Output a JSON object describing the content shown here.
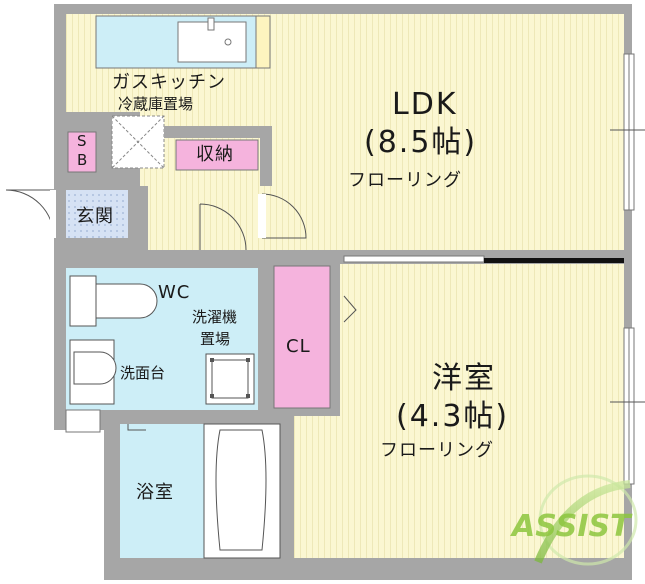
{
  "rooms": {
    "ldk": {
      "name": "LDK",
      "size": "(8.5帖)",
      "floor": "フローリング"
    },
    "western": {
      "name": "洋室",
      "size": "(4.3帖)",
      "floor": "フローリング"
    }
  },
  "labels": {
    "gas_kitchen": "ガスキッチン",
    "fridge_space": "冷蔵庫置場",
    "storage": "収納",
    "sb_top": "S",
    "sb_bottom": "B",
    "entrance": "玄関",
    "wc": "WC",
    "washer_line1": "洗濯機",
    "washer_line2": "置場",
    "washbasin": "洗面台",
    "closet": "CL",
    "bathroom": "浴室"
  },
  "colors": {
    "wall": "#a6a6a6",
    "floor": "#fbf7d2",
    "floor_line": "#e6dfa6",
    "kitchen": "#cdeef7",
    "wet_area": "#cdeef7",
    "storage": "#f5b3dd",
    "entrance": "#c8d8f0",
    "logo": "#8dc63f"
  },
  "logo": {
    "text": "ASSIST"
  }
}
